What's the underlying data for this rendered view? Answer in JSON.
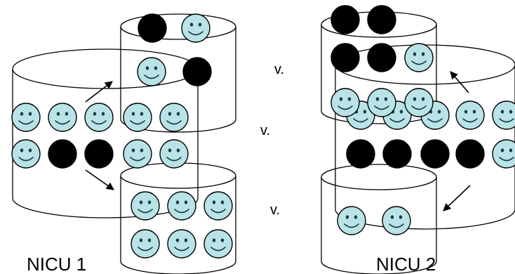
{
  "labels": {
    "nicu1": "NICU 1",
    "nicu2": "NICU 2",
    "vs_top": "v.",
    "vs_middle": "v.",
    "vs_bottom": "v."
  },
  "colors": {
    "happy_face_fill": "#b9e3e6",
    "black_dot_fill": "#000000",
    "outline": "#000000"
  },
  "icons": {
    "happy": "smiley-face-icon",
    "black": "black-dot-icon"
  }
}
